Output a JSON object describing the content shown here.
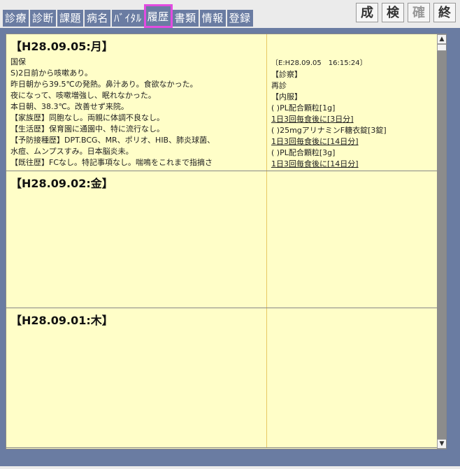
{
  "tabs": [
    "診療",
    "診断",
    "課題",
    "病名",
    "ﾊﾞｲﾀﾙ",
    "履歴",
    "書類",
    "情報",
    "登録"
  ],
  "active_tab": "履歴",
  "buttons": [
    "成",
    "検",
    "確",
    "終"
  ],
  "entries": [
    {
      "date": "【H28.09.05:月】",
      "lines": [
        "国保",
        "S)2日前から咳嗽あり。",
        "昨日朝から39.5℃の発熱。鼻汁あり。食欲なかった。",
        "夜になって、咳嗽増強し、眠れなかった。",
        "本日朝、38.3℃。改善せず来院。",
        "【家族歴】同胞なし。両親に体調不良なし。",
        "【生活歴】保育園に通園中、特に流行なし。",
        "【予防接種歴】DPT.BCG、MR、ポリオ、HIB、肺炎球菌、",
        "水痘、ムンプスすみ。日本脳炎未。",
        "【既往歴】FCなし。特記事項なし。喘鳴をこれまで指摘さ"
      ],
      "right": [
        {
          "text": "〔E:H28.09.05　16:15:24〕",
          "link": false,
          "stamp": true
        },
        {
          "text": "【診察】",
          "link": false
        },
        {
          "text": "再診",
          "link": false
        },
        {
          "text": "【内服】",
          "link": false
        },
        {
          "text": "(  )PL配合顆粒[1g]",
          "link": false
        },
        {
          "text": "1日3回毎食後に[3日分]",
          "link": true
        },
        {
          "text": "(  )25mgアリナミンF糖衣錠[3錠]",
          "link": false
        },
        {
          "text": "1日3回毎食後に[14日分]",
          "link": true
        },
        {
          "text": "(  )PL配合顆粒[3g]",
          "link": false
        },
        {
          "text": "1日3回毎食後に[14日分]",
          "link": true
        }
      ]
    },
    {
      "date": "【H28.09.02:金】",
      "lines": [],
      "right": []
    },
    {
      "date": "【H28.09.01:木】",
      "lines": [],
      "right": []
    }
  ],
  "scroll": {
    "up": "▲",
    "down": "▼"
  }
}
